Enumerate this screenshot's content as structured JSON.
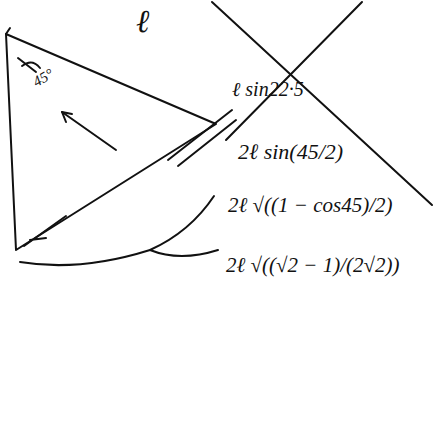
{
  "diagram": {
    "labels": [
      "ℓ",
      "45°",
      "ℓ sin22·5",
      "2ℓ sin(45/2)",
      "2ℓ √((1 − cos45)/2)",
      "2ℓ √((√2 − 1)/(2√2))"
    ]
  }
}
